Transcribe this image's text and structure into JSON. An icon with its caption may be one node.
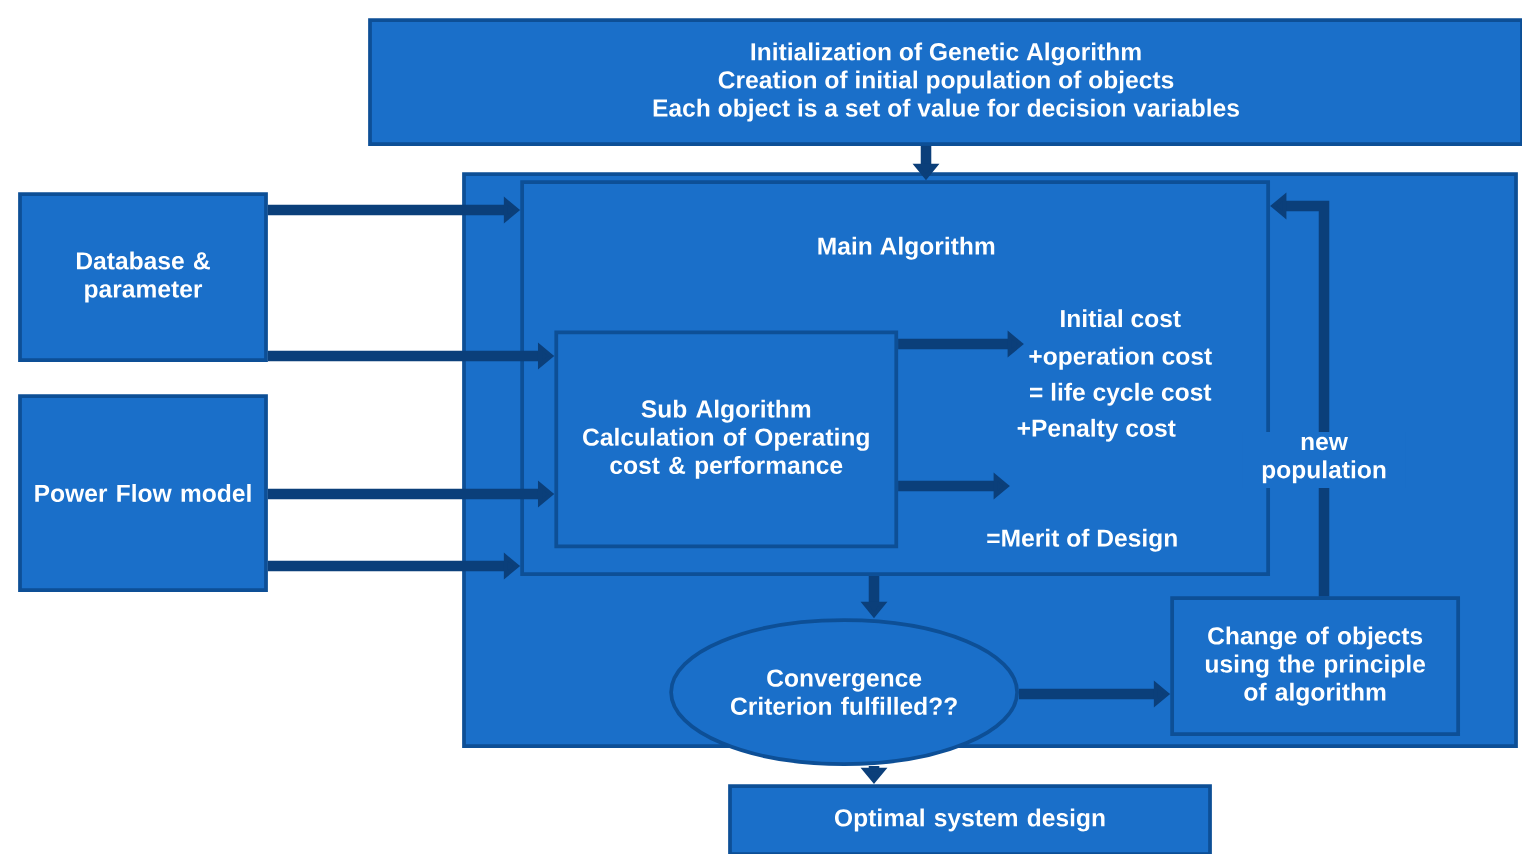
{
  "diagram": {
    "nodes": [
      {
        "text": [
          "Initialization of Genetic Algorithm",
          "Creation of initial population of objects",
          "Each object is a set of value for decision variables"
        ]
      },
      {
        "text": [],
        "shape": "box"
      },
      {
        "text": [
          "Main Algorithm",
          "Initial cost",
          "+operation cost",
          "= life cycle cost",
          "+Penalty cost",
          "=Merit of Design"
        ],
        "in": 1
      },
      {
        "text": [
          "Database & parameter"
        ]
      },
      {
        "text": [
          "Power Flow model"
        ]
      },
      {
        "text": [
          "Sub Algorithm Calculation of Operating cost & performance"
        ],
        "in": 2
      },
      {
        "text": [
          "Convergence Criterion fulfilled??"
        ],
        "in": 1
      },
      {
        "text": [
          "Change of objects using the principle of algorithm"
        ],
        "in": 1
      },
      {
        "text": [
          "Optimal system design"
        ]
      }
    ],
    "edges": [
      {
        "from": 0,
        "to": 2,
        "arrow": "to"
      },
      {
        "from": 3,
        "to": 2,
        "arrow": "to"
      },
      {
        "from": 3,
        "to": 5,
        "arrow": "to"
      },
      {
        "from": 4,
        "to": 5,
        "arrow": "to"
      },
      {
        "from": 4,
        "to": 2,
        "arrow": "to"
      },
      {
        "from": 5,
        "to": null,
        "arrow": "to"
      },
      {
        "from": 5,
        "to": null,
        "arrow": "to"
      },
      {
        "from": 2,
        "to": 6,
        "arrow": "to"
      },
      {
        "from": 6,
        "to": 7,
        "arrow": "to"
      },
      {
        "from": 6,
        "to": 8,
        "arrow": "to"
      },
      {
        "from": 7,
        "to": 2,
        "arrow": "to",
        "label": "new population"
      }
    ]
  }
}
